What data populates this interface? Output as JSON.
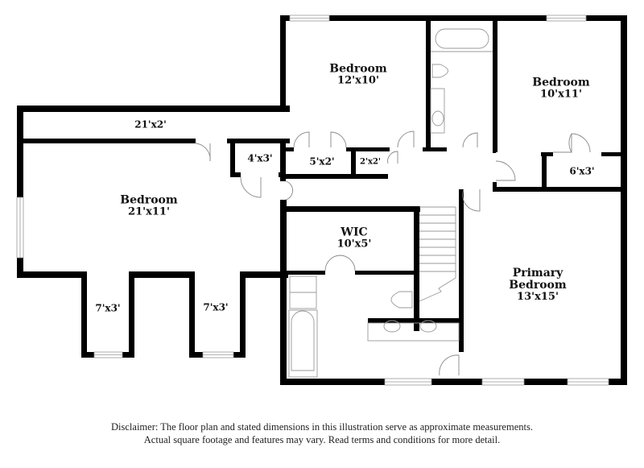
{
  "floorplan": {
    "rooms": [
      {
        "id": "bedroom-left",
        "name": "Bedroom",
        "dims": "21'x11'"
      },
      {
        "id": "closet-21x2",
        "name": "",
        "dims": "21'x2'"
      },
      {
        "id": "closet-4x3",
        "name": "",
        "dims": "4'x3'"
      },
      {
        "id": "closet-7x3-a",
        "name": "",
        "dims": "7'x3'"
      },
      {
        "id": "closet-7x3-b",
        "name": "",
        "dims": "7'x3'"
      },
      {
        "id": "bedroom-top",
        "name": "Bedroom",
        "dims": "12'x10'"
      },
      {
        "id": "closet-5x2",
        "name": "",
        "dims": "5'x2'"
      },
      {
        "id": "closet-2x2",
        "name": "",
        "dims": "2'x2'"
      },
      {
        "id": "bedroom-right",
        "name": "Bedroom",
        "dims": "10'x11'"
      },
      {
        "id": "closet-6x3",
        "name": "",
        "dims": "6'x3'"
      },
      {
        "id": "wic",
        "name": "WIC",
        "dims": "10'x5'"
      },
      {
        "id": "primary-bedroom",
        "name": "Primary Bedroom",
        "name_line1": "Primary",
        "name_line2": "Bedroom",
        "dims": "13'x15'"
      }
    ],
    "colors": {
      "wall": "#000000",
      "fixture": "#9a9a9a",
      "background": "#ffffff"
    }
  },
  "disclaimer": {
    "line1": "Disclaimer: The floor plan and stated dimensions in this illustration serve as approximate measurements.",
    "line2": "Actual square footage and features may vary. Read terms and conditions for more detail."
  }
}
